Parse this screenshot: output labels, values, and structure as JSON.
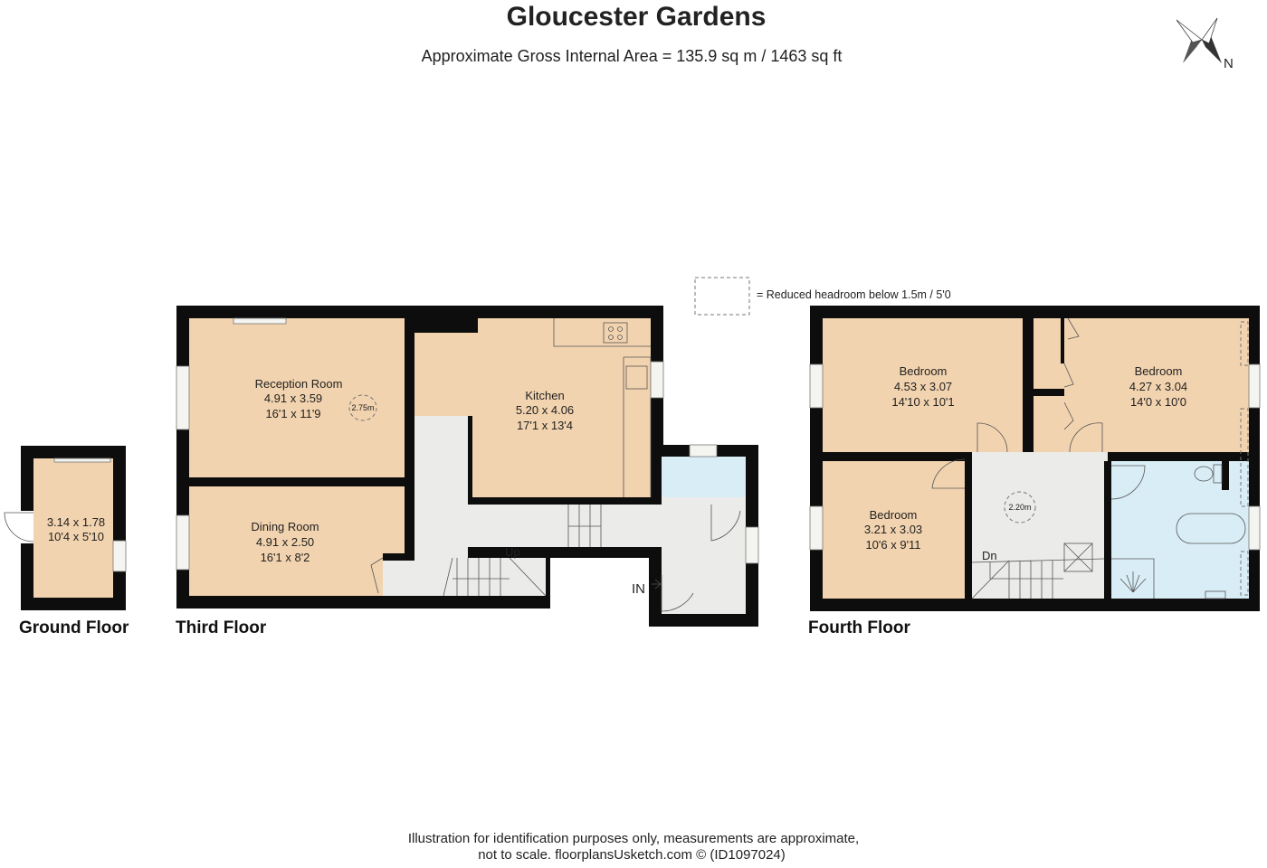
{
  "header": {
    "title": "Gloucester Gardens",
    "area": "Approximate Gross Internal Area = 135.9 sq m / 1463 sq ft",
    "compass_label": "N"
  },
  "legend": {
    "text": "= Reduced headroom below 1.5m / 5'0"
  },
  "floors": {
    "ground": {
      "label": "Ground Floor",
      "rooms": [
        {
          "name": "",
          "metric": "3.14 x 1.78",
          "imperial": "10'4 x 5'10"
        }
      ]
    },
    "third": {
      "label": "Third Floor",
      "rooms": [
        {
          "name": "Reception Room",
          "metric": "4.91 x 3.59",
          "imperial": "16'1 x 11'9",
          "ceiling": "2.75m"
        },
        {
          "name": "Kitchen",
          "metric": "5.20 x 4.06",
          "imperial": "17'1 x 13'4"
        },
        {
          "name": "Dining Room",
          "metric": "4.91 x 2.50",
          "imperial": "16'1 x 8'2"
        }
      ],
      "stairs_label": "Up",
      "entrance_label": "IN"
    },
    "fourth": {
      "label": "Fourth Floor",
      "rooms": [
        {
          "name": "Bedroom",
          "metric": "4.53 x 3.07",
          "imperial": "14'10 x 10'1"
        },
        {
          "name": "Bedroom",
          "metric": "4.27 x 3.04",
          "imperial": "14'0 x 10'0"
        },
        {
          "name": "Bedroom",
          "metric": "3.21 x 3.03",
          "imperial": "10'6 x 9'11"
        }
      ],
      "ceiling": "2.20m",
      "stairs_label": "Dn"
    }
  },
  "footer": {
    "line1": "Illustration for identification purposes only, measurements are approximate,",
    "line2": "not to scale. floorplansUsketch.com © (ID1097024)"
  }
}
